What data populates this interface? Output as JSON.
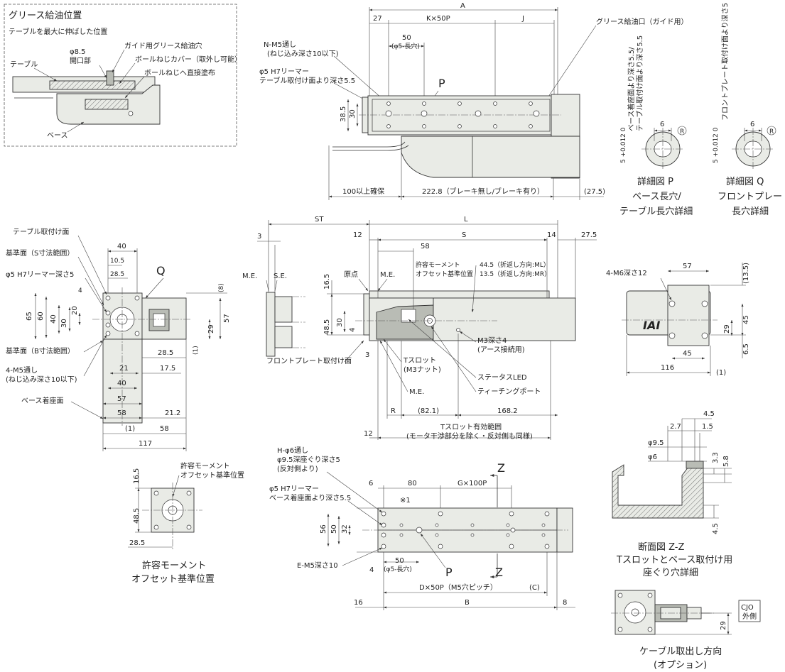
{
  "grease": {
    "title": "グリース給油位置",
    "subtitle": "テーブルを最大に伸ばした位置",
    "table": "テーブル",
    "opening1": "φ8.5",
    "opening2": "開口部",
    "guide_hole": "ガイド用グリース給油穴",
    "cover": "ボールねじカバー（取外し可能）",
    "direct": "ボールねじへ直接塗布",
    "base": "ベース"
  },
  "top": {
    "A": "A",
    "d27": "27",
    "k50p": "K×50P",
    "J": "J",
    "d50": "50",
    "slot": "(φ5-長穴)",
    "nm5a": "N-M5通し",
    "nm5b": "(ねじ込み深さ10以下)",
    "h7a": "φ5 H7リーマー",
    "h7b": "テーブル取付け面より深さ5.5",
    "P": "P",
    "d30": "30",
    "d385": "38.5",
    "grease_port": "グリース給油口（ガイド用）",
    "d100": "100以上確保",
    "d2228": "222.8（ブレーキ無し/ブレーキ有り）",
    "d275": "(27.5)"
  },
  "detailP": {
    "tol": "5 +0.012 0",
    "v1": "ベース着座面より深さ5.5/",
    "v2": "テーブル取付け面より深さ5.5",
    "six": "6",
    "R": "R",
    "t1": "詳細図 P",
    "t2": "ベース長穴/",
    "t3": "テーブル長穴詳細"
  },
  "detailQ": {
    "tol": "5 +0.012 0",
    "v1": "フロントプレート取付け面より深さ5",
    "six": "6",
    "R": "R",
    "t1": "詳細図 Q",
    "t2": "フロントプレート",
    "t3": "長穴詳細"
  },
  "front": {
    "tmount": "テーブル取付け面",
    "refS": "基準面（S寸法範囲）",
    "h7": "φ5 H7リーマー深さ5",
    "refB": "基準面（B寸法範囲）",
    "m5a": "4-M5通し",
    "m5b": "(ねじ込み深さ10以下)",
    "basemount": "ベース着座面",
    "Q": "Q",
    "d40": "40",
    "d105": "10.5",
    "d285": "28.5",
    "d4": "4",
    "d8": "(8)",
    "d65": "65",
    "d60": "60",
    "d40v": "40",
    "d30": "30",
    "d20": "20",
    "d29": "29",
    "d57v": "57",
    "d1": "(1)",
    "d285b": "28.5",
    "d21": "21",
    "d175": "17.5",
    "d40b": "40",
    "d57": "57",
    "d58": "58",
    "d212": "21.2",
    "d1b": "(1)",
    "d58b": "58",
    "d117": "117"
  },
  "side": {
    "ST": "ST",
    "L": "L",
    "d3": "3",
    "d12": "12",
    "S": "S",
    "d14": "14",
    "d275": "27.5",
    "ME": "M.E.",
    "SE": "S.E.",
    "origin": "原点",
    "ME2": "M.E.",
    "d58": "58",
    "moment1": "許容モーメント",
    "moment2": "オフセット基準位置",
    "ml": "44.5（折返し方向:ML）",
    "mr": "13.5（折返し方向:MR）",
    "d165": "16.5",
    "d485": "48.5",
    "d30": "30",
    "d4": "4",
    "fplate": "フロントプレート取付け面",
    "d3b": "3",
    "tslot1": "Tスロット",
    "tslot2": "(M3ナット)",
    "m3a": "M3深さ4",
    "m3b": "(アース接続用)",
    "led": "ステータスLED",
    "ME3": "M.E.",
    "teach": "ティーチングポート",
    "R": "R",
    "d821": "(82.1)",
    "d1682": "168.2",
    "d12b": "12",
    "range1": "Tスロット有効範囲",
    "range2": "(モータ干渉部分を除く・反対側も同様)"
  },
  "right": {
    "m6": "4-M6深さ12",
    "d57": "57",
    "d135": "(13.5)",
    "d29": "29",
    "d45v": "45",
    "d65": "6.5",
    "d45": "45",
    "d116": "116",
    "d1": "(1)",
    "logo": "IAI"
  },
  "moment": {
    "l1": "許容モーメント",
    "l2": "オフセット基準位置",
    "d165": "16.5",
    "d485": "48.5",
    "d285": "28.5",
    "t1": "許容モーメント",
    "t2": "オフセット基準位置"
  },
  "bottom": {
    "h6a": "H-φ6通し",
    "h6b": "φ9.5深座ぐり深さ5",
    "h6c": "(反対側より)",
    "h7a": "φ5 H7リーマー",
    "h7b": "ベース着座面より深さ5.5",
    "Z1": "Z",
    "d6": "6",
    "d80": "80",
    "g100p": "G×100P",
    "note": "※1",
    "d56": "56",
    "d50": "50",
    "d32": "32",
    "em5": "E-M5深さ10",
    "d4": "4",
    "d50b": "50",
    "slot": "(φ5-長穴)",
    "P": "P",
    "Z2": "Z",
    "d16": "16",
    "dpitch": "D×50P（M5穴ピッチ）",
    "C": "(C)",
    "B": "B",
    "d8": "8"
  },
  "section": {
    "d45": "4.5",
    "d27": "2.7",
    "d15": "1.5",
    "d95": "φ9.5",
    "d6": "φ6",
    "d33": "3.3",
    "d58": "5.8",
    "d45b": "4.5",
    "t1": "断面図 Z-Z",
    "t2": "Tスロットとベース取付け用",
    "t3": "座ぐり穴詳細"
  },
  "cable": {
    "cjo1": "CJO",
    "cjo2": "外側",
    "d29": "29",
    "t1": "ケーブル取出し方向",
    "t2": "(オプション)"
  }
}
